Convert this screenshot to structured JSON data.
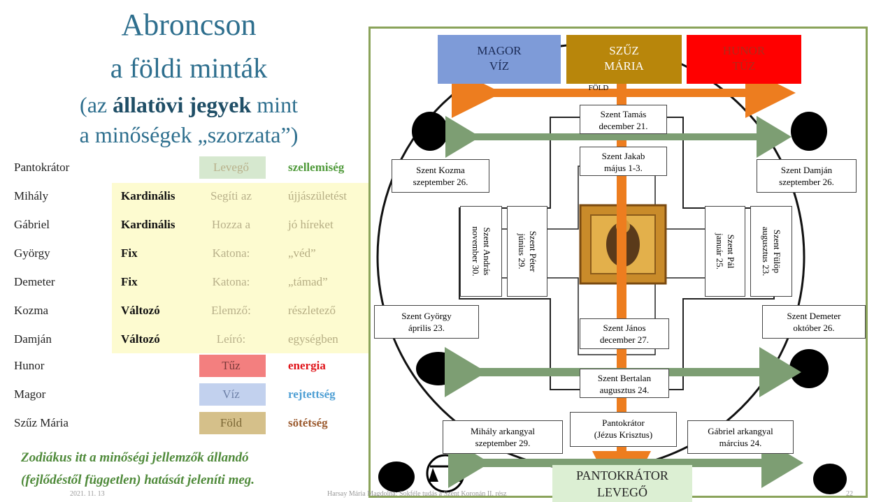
{
  "title": {
    "line1": "Abroncson",
    "line2": "a földi minták",
    "line3_pre": "(az ",
    "line3_bold": "állatövi jegyek",
    "line3_post": " mint",
    "line4": "a minőségek „szorzata”)"
  },
  "rows": [
    {
      "name": "Pantokrátor",
      "kind": "",
      "mid": "Levegő",
      "val": "szellemiség"
    },
    {
      "name": "Mihály",
      "kind": "Kardinális",
      "mid": "Segíti az",
      "val": "újjászületést"
    },
    {
      "name": "Gábriel",
      "kind": "Kardinális",
      "mid": "Hozza a",
      "val": "jó híreket"
    },
    {
      "name": "György",
      "kind": "Fix",
      "mid": "Katona:",
      "val": "„véd”"
    },
    {
      "name": "Demeter",
      "kind": "Fix",
      "mid": "Katona:",
      "val": "„támad”"
    },
    {
      "name": "Kozma",
      "kind": "Változó",
      "mid": "Elemző:",
      "val": "részletező"
    },
    {
      "name": "Damján",
      "kind": "Változó",
      "mid": "Leíró:",
      "val": "egységben"
    },
    {
      "name": "Hunor",
      "kind": "",
      "mid": "Tűz",
      "val": "energia"
    },
    {
      "name": "Magor",
      "kind": "",
      "mid": "Víz",
      "val": "rejtettség"
    },
    {
      "name": "Szűz Mária",
      "kind": "",
      "mid": "Föld",
      "val": "sötétség"
    }
  ],
  "colors": {
    "levego": "#d6e8cf",
    "tuz": "#f37f7f",
    "viz": "#c2d1ee",
    "fold": "#d5c08a",
    "energia": "#e0161c",
    "rejtettseg": "#4e9fd4",
    "sotetseg": "#9b5a2e",
    "szellemiseg": "#4f9a3a",
    "magor": "#7e9bd8",
    "szuzmaria": "#b8860b",
    "hunor": "#ff0000",
    "arrow_orange": "#ed7d1f",
    "arrow_green": "#7d9e73"
  },
  "note": {
    "line1": "Zodiákus itt a minőségi jellemzők állandó",
    "line2": "(fejlődéstől független) hatását jeleníti meg."
  },
  "footer": {
    "date": "2021. 11. 13",
    "author": "Harsay Mária Magdolna: Sokféle tudás a Szent Koronán II. rész",
    "page": "22"
  },
  "diagram": {
    "magor_l1": "MAGOR",
    "magor_l2": "VÍZ",
    "szuz_l1": "SZŰZ",
    "szuz_l2": "MÁRIA",
    "hunor_l1": "HUNOR",
    "hunor_l2": "TŰZ",
    "fold": "FÖLD",
    "tamas_l1": "Szent Tamás",
    "tamas_l2": "december 21.",
    "jakab_l1": "Szent Jakab",
    "jakab_l2": "május 1-3.",
    "kozma_l1": "Szent Kozma",
    "kozma_l2": "szeptember 26.",
    "damjan_l1": "Szent Damján",
    "damjan_l2": "szeptember 26.",
    "andras_l1": "Szent András",
    "andras_l2": "november 30.",
    "peter_l1": "Szent Péter",
    "peter_l2": "június 29.",
    "pal_l1": "Szent Pál",
    "pal_l2": "január 25.",
    "fulop_l1": "Szent Fülöp",
    "fulop_l2": "augusztus 23.",
    "gyorgy_l1": "Szent György",
    "gyorgy_l2": "április 23.",
    "demeter_l1": "Szent Demeter",
    "demeter_l2": "október 26.",
    "janos_l1": "Szent János",
    "janos_l2": "december 27.",
    "bertalan_l1": "Szent Bertalan",
    "bertalan_l2": "augusztus 24.",
    "pantokrator_l1": "Pantokrátor",
    "pantokrator_l2": "(Jézus Krisztus)",
    "mihaly_l1": "Mihály arkangyal",
    "mihaly_l2": "szeptember 29.",
    "gabriel_l1": "Gábriel arkangyal",
    "gabriel_l2": "március 24.",
    "bottom_l1": "PANTOKRÁTOR",
    "bottom_l2": "LEVEGŐ"
  }
}
